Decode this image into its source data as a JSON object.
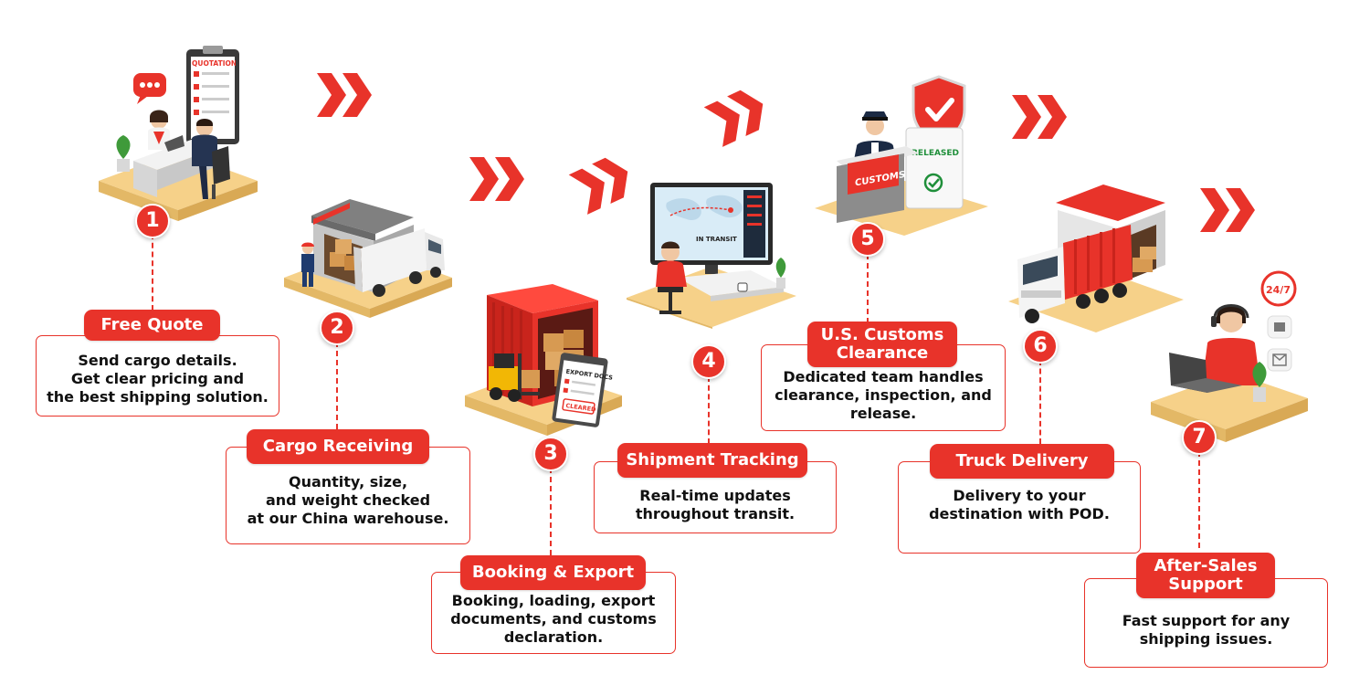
{
  "brand": {
    "accent": "#e8332a",
    "platform": "#f6d189"
  },
  "steps": [
    {
      "number": "1",
      "title": "Free Quote",
      "description": "Send cargo details.\nGet clear pricing and\nthe best shipping solution."
    },
    {
      "number": "2",
      "title": "Cargo Receiving",
      "description": "Quantity, size,\nand weight checked\nat our China warehouse."
    },
    {
      "number": "3",
      "title": "Booking & Export",
      "description": "Booking, loading, export\ndocuments, and customs\ndeclaration."
    },
    {
      "number": "4",
      "title": "Shipment Tracking",
      "description": "Real-time updates\nthroughout transit."
    },
    {
      "number": "5",
      "title": "U.S. Customs\nClearance",
      "description": "Dedicated team handles\nclearance, inspection, and\nrelease."
    },
    {
      "number": "6",
      "title": "Truck Delivery",
      "description": "Delivery to your\ndestination with POD."
    },
    {
      "number": "7",
      "title": "After-Sales\nSupport",
      "description": "Fast support for any\nshipping issues."
    }
  ],
  "illustration_labels": {
    "quotation": "QUOTATION",
    "export_docs": "EXPORT DOCS",
    "cleared": "CLEARED",
    "in_transit": "IN TRANSIT",
    "customs": "CUSTOMS",
    "released": "RELEASED",
    "support_hours": "24/7"
  },
  "icons": [
    "chevron-right-icon",
    "chat-bubble-icon",
    "checkmark-icon",
    "shield-check-icon",
    "headset-icon",
    "laptop-icon",
    "forklift-icon",
    "truck-icon",
    "warehouse-icon"
  ]
}
